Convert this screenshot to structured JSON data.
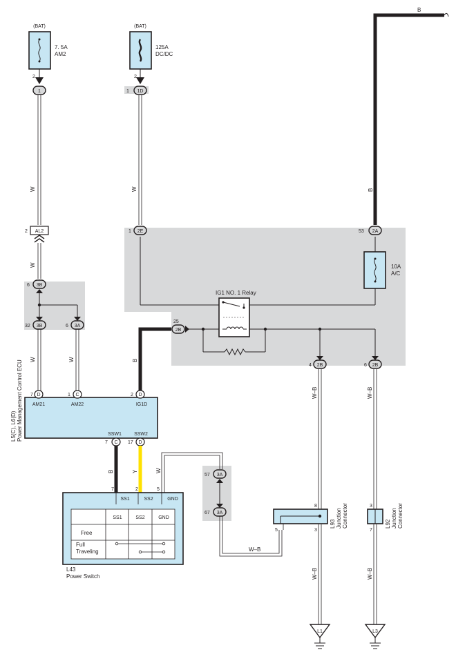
{
  "colors": {
    "panel_gray": "#d8d9da",
    "component_blue": "#c7e6f3",
    "wire_yellow": "#ffe100",
    "wire_black": "#231f20"
  },
  "fuses": {
    "am2": {
      "supply": "(BAT)",
      "rating": "7. 5A",
      "name": "AM2",
      "pin": "2"
    },
    "dcdc": {
      "supply": "(BAT)",
      "rating": "125A",
      "name": "DC/DC",
      "pin": "2"
    },
    "ac": {
      "rating": "10A",
      "name": "A/C"
    }
  },
  "relay": {
    "name": "IG1 NO. 1 Relay"
  },
  "connectors": {
    "c1": {
      "id": "1"
    },
    "c1d": {
      "pin": "1",
      "id": "1D"
    },
    "al2": {
      "pin": "2",
      "id": "AL2"
    },
    "c2e": {
      "pin": "1",
      "id": "2E"
    },
    "c2a": {
      "pin": "53",
      "id": "2A"
    },
    "c3b_top": {
      "pin": "6",
      "id": "3B"
    },
    "c3b_bot": {
      "pin": "32",
      "id": "3B"
    },
    "c3a": {
      "pin": "6",
      "id": "3A"
    },
    "c2b_in": {
      "pin": "25",
      "id": "2B"
    },
    "c2b_l1": {
      "pin": "4",
      "id": "2B"
    },
    "c2b_l3": {
      "pin": "6",
      "id": "2B"
    },
    "c3a_57": {
      "pin": "57",
      "id": "3A"
    },
    "c3a_67": {
      "pin": "67",
      "id": "3A"
    }
  },
  "wire_colors": {
    "w": "W",
    "b": "B",
    "y": "Y",
    "wb": "W–B"
  },
  "ecu": {
    "label_codes": "L5(C), L6(D)",
    "label_name": "Power Management Control ECU",
    "terminals": [
      {
        "pin": "7",
        "conn": "D",
        "name": "AM21"
      },
      {
        "pin": "1",
        "conn": "C",
        "name": "AM22"
      },
      {
        "pin": "2",
        "conn": "D",
        "name": "IG1D"
      },
      {
        "pin": "7",
        "conn": "C",
        "name": "SSW1"
      },
      {
        "pin": "17",
        "conn": "D",
        "name": "SSW2"
      }
    ]
  },
  "power_switch": {
    "code": "L43",
    "name": "Power Switch",
    "pins": [
      "7",
      "2",
      "5"
    ],
    "terminals": [
      "SS1",
      "SS2",
      "GND"
    ],
    "table_header": [
      "SS1",
      "SS2",
      "GND"
    ],
    "rows": [
      "Free",
      "Full",
      "Traveling"
    ]
  },
  "junction_l93": {
    "code": "L93",
    "name_line1": "Junction",
    "name_line2": "Connector",
    "pins": [
      "8",
      "5",
      "3"
    ]
  },
  "junction_l92": {
    "code": "L92",
    "name_line1": "Junction",
    "name_line2": "Connector",
    "pins": [
      "3",
      "7"
    ]
  },
  "grounds": {
    "l1": "L1",
    "l3": "L3"
  }
}
